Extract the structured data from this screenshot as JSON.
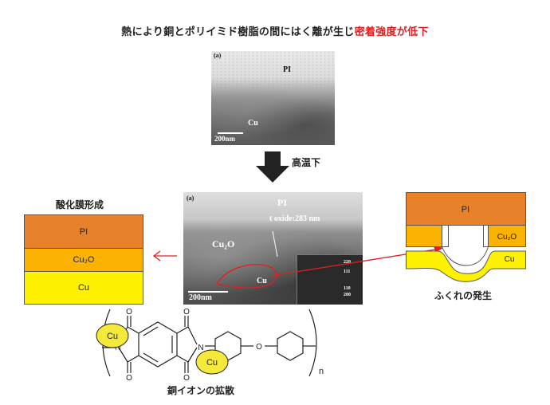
{
  "title": {
    "main": "熱により銅とポリイミド樹脂の間にはく離が生じ",
    "highlight": "密着強度が低下"
  },
  "top_micrograph": {
    "panel_label": "(a)",
    "pi_label": "PI",
    "cu_label": "Cu",
    "scale_label": "200nm"
  },
  "arrow_label": "高温下",
  "bottom_micrograph": {
    "panel_label": "(a)",
    "pi_label": "PI",
    "cu2o_label": "Cu₂O",
    "cu_label": "Cu",
    "thickness_label": "t oxide:283 nm",
    "scale_label": "200nm",
    "inset_labels": [
      "220",
      "111",
      "110",
      "200"
    ]
  },
  "oxide_section": {
    "caption": "酸化膜形成",
    "layers": [
      "PI",
      "Cu₂O",
      "Cu"
    ]
  },
  "blister_section": {
    "caption": "ふくれの発生",
    "pi_label": "PI",
    "cu2o_label": "Cu₂O",
    "cu_label": "Cu"
  },
  "molecule": {
    "cu_badge_1": "Cu",
    "cu_badge_2": "Cu",
    "repeat_subscript": "n",
    "atoms": {
      "o": "O",
      "n": "N"
    },
    "caption": "銅イオンの拡散"
  },
  "colors": {
    "pi": "#e8822a",
    "cu2o": "#fbb200",
    "cu": "#fff200",
    "red_accent": "#e02020",
    "badge": "#f5ea3b"
  }
}
